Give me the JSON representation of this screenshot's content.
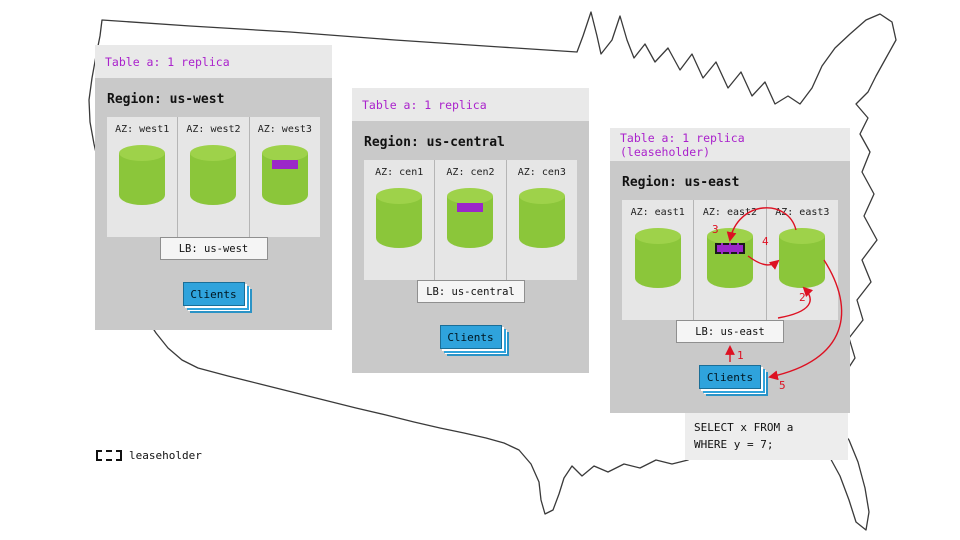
{
  "regions": [
    {
      "table_label": "Table a: 1 replica",
      "region_label": "Region: us-west",
      "azs": [
        {
          "label": "AZ: west1"
        },
        {
          "label": "AZ: west2"
        },
        {
          "label": "AZ: west3"
        }
      ],
      "lb_label": "LB: us-west",
      "clients_label": "Clients"
    },
    {
      "table_label": "Table a: 1 replica",
      "region_label": "Region: us-central",
      "azs": [
        {
          "label": "AZ: cen1"
        },
        {
          "label": "AZ: cen2"
        },
        {
          "label": "AZ: cen3"
        }
      ],
      "lb_label": "LB: us-central",
      "clients_label": "Clients"
    },
    {
      "table_label": "Table a: 1 replica (leaseholder)",
      "region_label": "Region: us-east",
      "azs": [
        {
          "label": "AZ: east1"
        },
        {
          "label": "AZ: east2"
        },
        {
          "label": "AZ: east3"
        }
      ],
      "lb_label": "LB: us-east",
      "clients_label": "Clients"
    }
  ],
  "flow": {
    "steps": [
      "1",
      "2",
      "3",
      "4",
      "5"
    ]
  },
  "query": {
    "line1": "SELECT x FROM a",
    "line2": "WHERE y = 7;"
  },
  "legend": {
    "label": "leaseholder"
  },
  "colors": {
    "replica_green": "#8bc63a",
    "leaseholder_purple": "#9b27c9",
    "client_blue": "#2fa3dc",
    "arrow_red": "#dd1122",
    "table_label_purple": "#aa22cc"
  }
}
